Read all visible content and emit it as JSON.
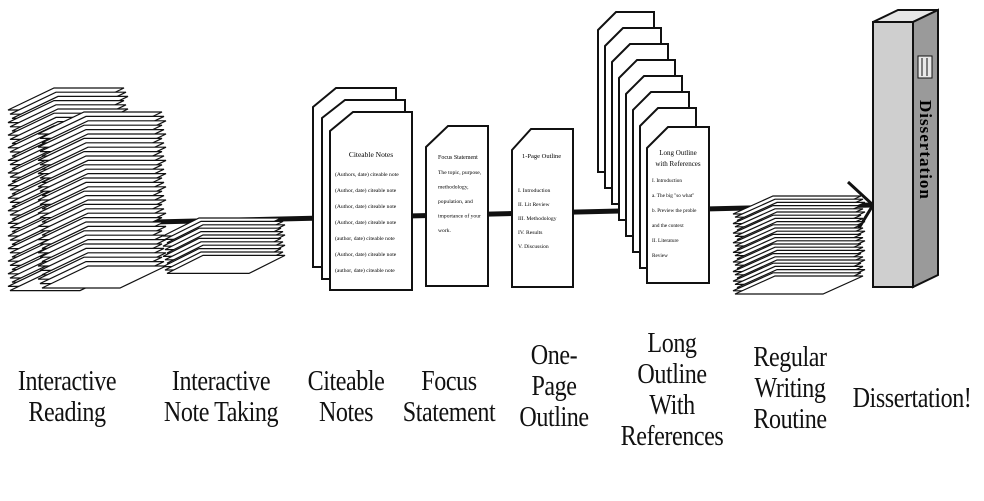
{
  "diagram": {
    "stages": [
      {
        "id": "interactive-reading",
        "label_lines": [
          "Interactive",
          "Reading"
        ]
      },
      {
        "id": "interactive-note-taking",
        "label_lines": [
          "Interactive",
          "Note Taking"
        ]
      },
      {
        "id": "citeable-notes",
        "label_lines": [
          "Citeable",
          "Notes"
        ]
      },
      {
        "id": "focus-statement",
        "label_lines": [
          "Focus",
          "Statement"
        ]
      },
      {
        "id": "one-page-outline",
        "label_lines": [
          "One-",
          "Page",
          "Outline"
        ]
      },
      {
        "id": "long-outline",
        "label_lines": [
          "Long",
          "Outline",
          "With",
          "References"
        ]
      },
      {
        "id": "regular-writing",
        "label_lines": [
          "Regular",
          "Writing",
          "Routine"
        ]
      },
      {
        "id": "dissertation",
        "label_lines": [
          "Dissertation!"
        ]
      }
    ],
    "citeable_doc": {
      "title": "Citeable Notes",
      "lines": [
        "(Authors, date) citeable note",
        "(Author, date) citeable note",
        "(Author, date) citeable note",
        "(Author, date) citeable note",
        "(author, date) citeable note",
        "(Author, date) citeable note",
        "(author, date) citeable note"
      ]
    },
    "focus_doc": {
      "title": "Focus Statement",
      "lines": [
        "The topic, purpose,",
        "methodology,",
        "population, and",
        "importance of your",
        "work."
      ]
    },
    "outline_doc": {
      "title": "1-Page Outline",
      "lines": [
        "I. Introduction",
        "II. Lit Review",
        "III. Methodology",
        "IV. Results",
        "V. Discussion"
      ]
    },
    "long_doc": {
      "title_lines": [
        "Long Outline",
        "with References"
      ],
      "lines": [
        "I.    Introduction",
        "a.    The big \"so what\"",
        "b.    Preview the proble",
        "      and the context",
        "II.   Literature",
        "      Review"
      ]
    },
    "book_spine": "Dissertation",
    "colors": {
      "ink": "#111111",
      "paper": "#ffffff",
      "book": "#cccccc",
      "book_dark": "#9a9a9a"
    }
  }
}
